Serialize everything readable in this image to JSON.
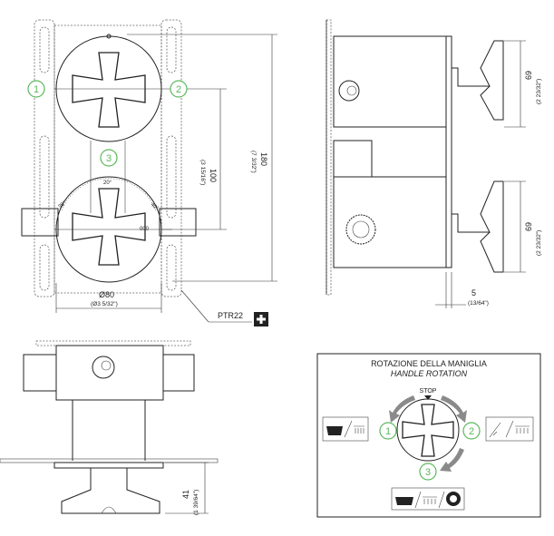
{
  "front_view": {
    "callouts": [
      "1",
      "2",
      "3"
    ],
    "dim_diameter": "Ø80",
    "dim_diameter_inch": "(Ø3 5/32\")",
    "dim_spacing": "100",
    "dim_spacing_inch": "(3 15/16\")",
    "dim_height": "180",
    "dim_height_inch": "(7 3/32\")",
    "scale_labels": [
      "38°",
      "20°",
      "40°"
    ],
    "cold_mark": "000"
  },
  "side_view": {
    "dim_upper": "69",
    "dim_upper_inch": "(2 23/32\")",
    "dim_lower": "69",
    "dim_lower_inch": "(2 23/32\")",
    "dim_projection": "5",
    "dim_projection_inch": "(13/64\")"
  },
  "accessory_label": "PTR22",
  "accessory_icon": "plus-icon",
  "bottom_view": {
    "dim_depth": "41",
    "dim_depth_inch": "(1 39/64\")"
  },
  "rotation_panel": {
    "title": "ROTAZIONE DELLA MANIGLIA",
    "subtitle": "HANDLE ROTATION",
    "stop_label": "STOP",
    "positions": [
      "1",
      "2",
      "3"
    ],
    "icons": [
      "bathtub-spout-icon",
      "handshower-showerhead-icon",
      "bathtub-handshower-showerhead-icon"
    ]
  },
  "colors": {
    "callout_green": "#5cb85c",
    "arrow_gray": "#8a8a8a",
    "line": "#222222"
  }
}
